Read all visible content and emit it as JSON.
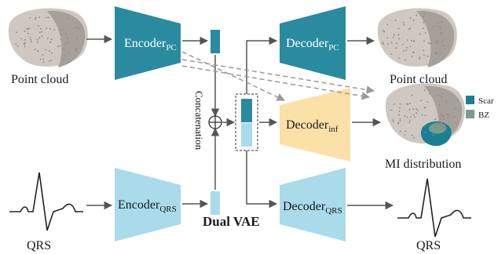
{
  "inputs": {
    "point_cloud_label": "Point cloud",
    "qrs_label": "QRS"
  },
  "outputs": {
    "point_cloud_label": "Point cloud",
    "qrs_label": "QRS",
    "mi_label": "MI distribution"
  },
  "blocks": {
    "encoder_pc": {
      "main": "Encoder",
      "sub": "PC"
    },
    "encoder_qrs": {
      "main": "Encoder",
      "sub": "QRS"
    },
    "decoder_pc": {
      "main": "Decoder",
      "sub": "PC"
    },
    "decoder_inf": {
      "main": "Decoder",
      "sub": "inf"
    },
    "decoder_qrs": {
      "main": "Decoder",
      "sub": "QRS"
    }
  },
  "concat_label": "Concatenation",
  "caption": "Dual VAE",
  "legend": [
    {
      "label": "Scar",
      "color": "#1b7f93"
    },
    {
      "label": "BZ",
      "color": "#7a9a8c"
    }
  ],
  "colors": {
    "teal": "#2a8ba0",
    "light_blue": "#a9dbea",
    "orange": "#fbe0a8",
    "arrow": "#555555",
    "dashed": "#9a9a9a",
    "cloud": "#b9b0a8"
  }
}
